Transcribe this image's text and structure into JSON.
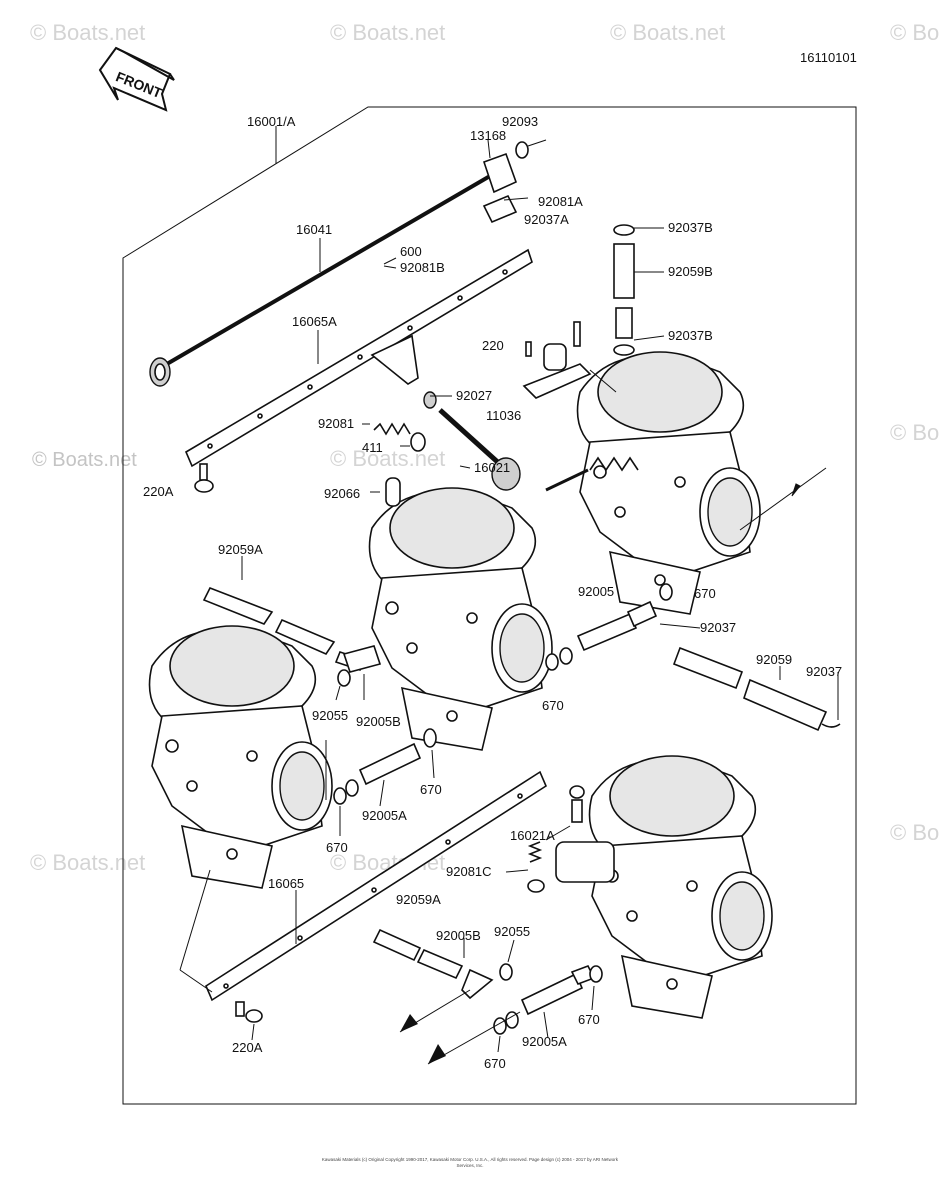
{
  "diagram": {
    "code": "16110101",
    "front_label": "FRONT",
    "watermark": "© Boats.net",
    "copyright": "Kawasaki Materials (c) Original Copyright 1990-2017, Kawasaki Motor Corp. U.S.A., All rights reserved. Page design (c) 2004 - 2017 by ARI Network Services, Inc.",
    "labels": {
      "l16001A": "16001/A",
      "l92093": "92093",
      "l13168": "13168",
      "l92081A": "92081A",
      "l92037A": "92037A",
      "l92037B_top": "92037B",
      "l92059B": "92059B",
      "l92037B_mid": "92037B",
      "l16041": "16041",
      "l600": "600",
      "l92081B": "92081B",
      "l16065A": "16065A",
      "l220": "220",
      "l92027": "92027",
      "l11036": "11036",
      "l92081": "92081",
      "l411": "411",
      "l16021": "16021",
      "l220A_top": "220A",
      "l92066": "92066",
      "l92059A_top": "92059A",
      "l92005_mid": "92005",
      "l670_r1": "670",
      "l92037_r": "92037",
      "l92059": "92059",
      "l92037_far": "92037",
      "l670_mid": "670",
      "l92055_l": "92055",
      "l92005B": "92005B",
      "l670_l": "670",
      "l92005A_l": "92005A",
      "l670_ll": "670",
      "l16021A": "16021A",
      "l92081C": "92081C",
      "l16065": "16065",
      "l92059A_bot": "92059A",
      "l92005B_bot": "92005B",
      "l92055_bot": "92055",
      "l670_br": "670",
      "l220A_bot": "220A",
      "l670_bb": "670",
      "l92005A_bot": "92005A"
    }
  }
}
